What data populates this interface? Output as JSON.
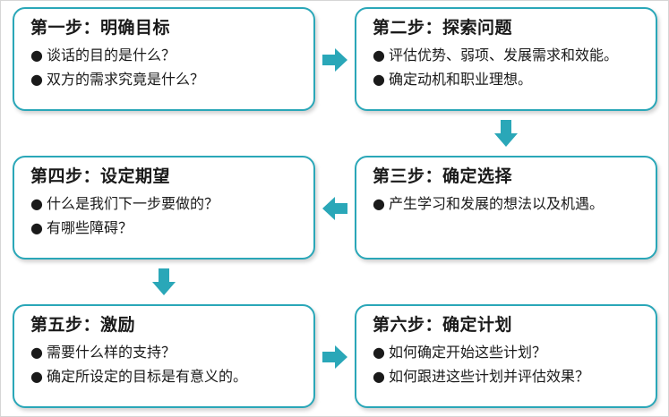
{
  "steps": [
    {
      "title": "第一步：明确目标",
      "bullets": [
        "谈话的目的是什么？",
        "双方的需求究竟是什么？"
      ]
    },
    {
      "title": "第二步：探索问题",
      "bullets": [
        "评估优势、弱项、发展需求和效能。",
        "确定动机和职业理想。"
      ]
    },
    {
      "title": "第三步：确定选择",
      "bullets": [
        "产生学习和发展的想法以及机遇。"
      ]
    },
    {
      "title": "第四步：设定期望",
      "bullets": [
        "什么是我们下一步要做的？",
        "有哪些障碍？"
      ]
    },
    {
      "title": "第五步：激励",
      "bullets": [
        "需要什么样的支持？",
        "确定所设定的目标是有意义的。"
      ]
    },
    {
      "title": "第六步：确定计划",
      "bullets": [
        "如何确定开始这些计划？",
        "如何跟进这些计划并评估效果？"
      ]
    }
  ],
  "bullet_glyph": "●",
  "colors": {
    "border": "#2aa7b8",
    "arrow": "#2aa7b8",
    "text": "#1a1a1a"
  }
}
